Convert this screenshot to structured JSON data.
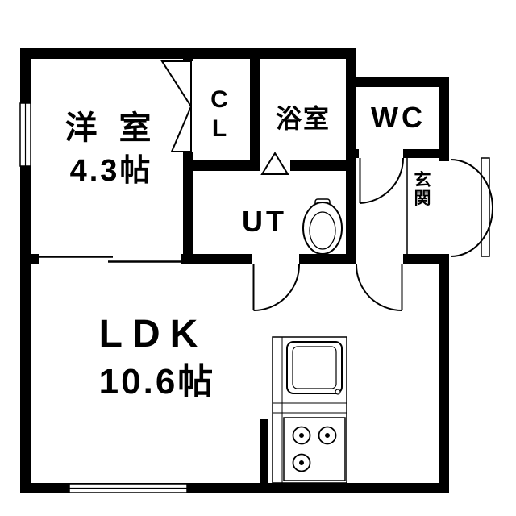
{
  "floor_plan": {
    "background_color": "#ffffff",
    "wall_color": "#000000",
    "rooms": {
      "western_room": {
        "name": "洋 室",
        "size": "4.3帖"
      },
      "ldk": {
        "name": "LDK",
        "size": "10.6帖"
      },
      "bathroom": {
        "label": "浴室"
      },
      "toilet": {
        "label": "WC"
      },
      "utility": {
        "label": "UT"
      },
      "closet": {
        "letters": [
          "C",
          "L"
        ]
      },
      "entrance": {
        "letters": [
          "玄",
          "関"
        ]
      }
    },
    "fixtures": [
      "washbasin",
      "kitchen-sink",
      "gas-stove-3-burners",
      "entrance-swing-door",
      "bathroom-folding-door",
      "closet-bifold-door",
      "sliding-door-western-room",
      "window-left",
      "window-bottom"
    ]
  }
}
